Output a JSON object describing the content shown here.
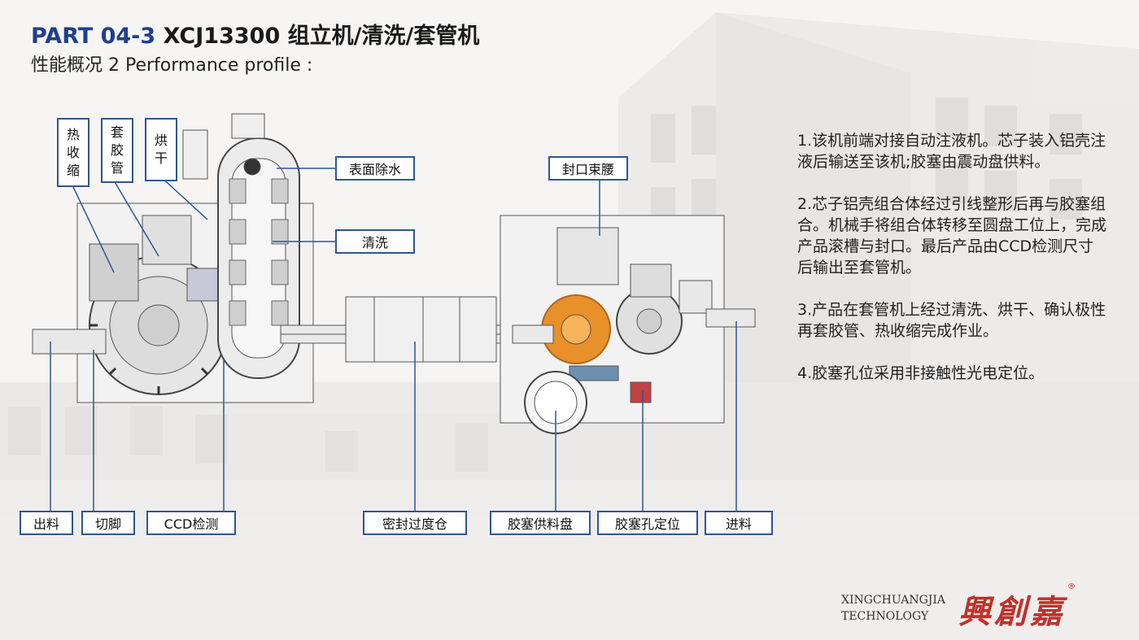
{
  "header": {
    "part": "PART 04-3",
    "title": "XCJ13300 组立机/清洗/套管机",
    "subtitle": "性能概况 2 Performance profile :"
  },
  "labels": {
    "heat_shrink": [
      "热",
      "收",
      "缩"
    ],
    "sleeve": [
      "套",
      "胶",
      "管"
    ],
    "dry": [
      "烘",
      "干"
    ],
    "surface_water": "表面除水",
    "clean": "清洗",
    "seal_waist": "封口束腰",
    "output": "出料",
    "cut_feet": "切脚",
    "ccd": "CCD检测",
    "seal_chamber": "密封过度仓",
    "rubber_feed": "胶塞供料盘",
    "rubber_hole": "胶塞孔定位",
    "input": "进料"
  },
  "description": [
    "1.该机前端对接自动注液机。芯子装入铝壳注液后输送至该机;胶塞由震动盘供料。",
    "2.芯子铝壳组合体经过引线整形后再与胶塞组合。机械手将组合体转移至圆盘工位上，完成产品滚槽与封口。最后产品由CCD检测尺寸后输出至套管机。",
    "3.产品在套管机上经过清洗、烘干、确认极性再套胶管、热收缩完成作业。",
    "4.胶塞孔位采用非接触性光电定位。"
  ],
  "brand": {
    "en_line1": "XINGCHUANGJIA",
    "en_line2": "TECHNOLOGY",
    "cn": "興創嘉",
    "reg": "®"
  },
  "colors": {
    "accent": "#1f3f8f",
    "label_border": "#2f5597",
    "brand_red": "#c0312b",
    "rotary_orange": "#e8902a"
  }
}
